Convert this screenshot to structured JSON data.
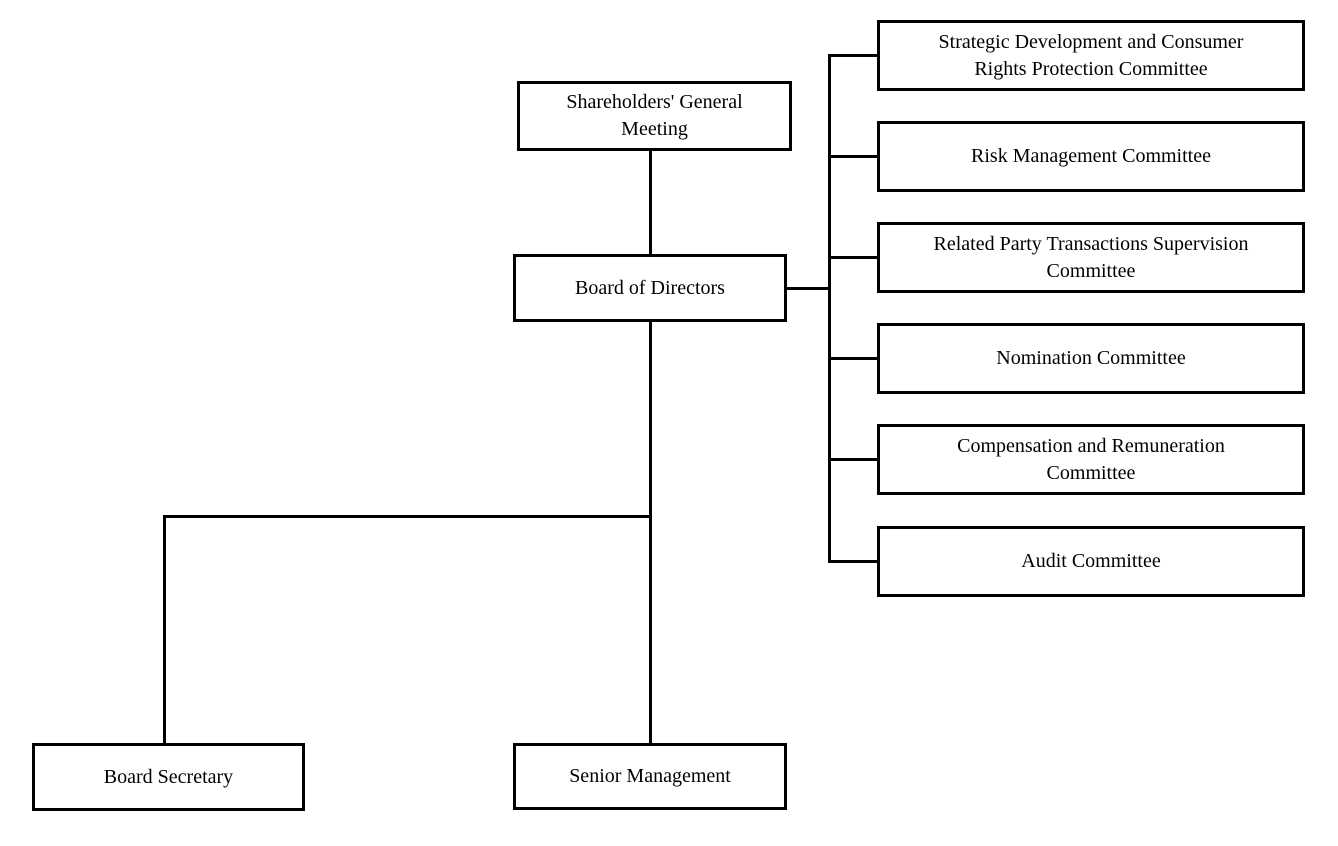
{
  "diagram": {
    "type": "org-chart",
    "background_color": "#ffffff",
    "line_color": "#000000",
    "text_color": "#000000",
    "nodes": {
      "shareholders_meeting": {
        "label": "Shareholders' General\nMeeting"
      },
      "board_of_directors": {
        "label": "Board of Directors"
      },
      "board_secretary": {
        "label": "Board Secretary"
      },
      "senior_management": {
        "label": "Senior Management"
      }
    },
    "committees": [
      {
        "label": "Strategic Development and Consumer\nRights Protection Committee"
      },
      {
        "label": "Risk Management Committee"
      },
      {
        "label": "Related Party Transactions Supervision\nCommittee"
      },
      {
        "label": "Nomination Committee"
      },
      {
        "label": "Compensation and Remuneration\nCommittee"
      },
      {
        "label": "Audit Committee"
      }
    ],
    "edges": [
      {
        "from": "shareholders_meeting",
        "to": "board_of_directors"
      },
      {
        "from": "board_of_directors",
        "to": "committees"
      },
      {
        "from": "board_of_directors",
        "to": "board_secretary"
      },
      {
        "from": "board_of_directors",
        "to": "senior_management"
      }
    ]
  }
}
